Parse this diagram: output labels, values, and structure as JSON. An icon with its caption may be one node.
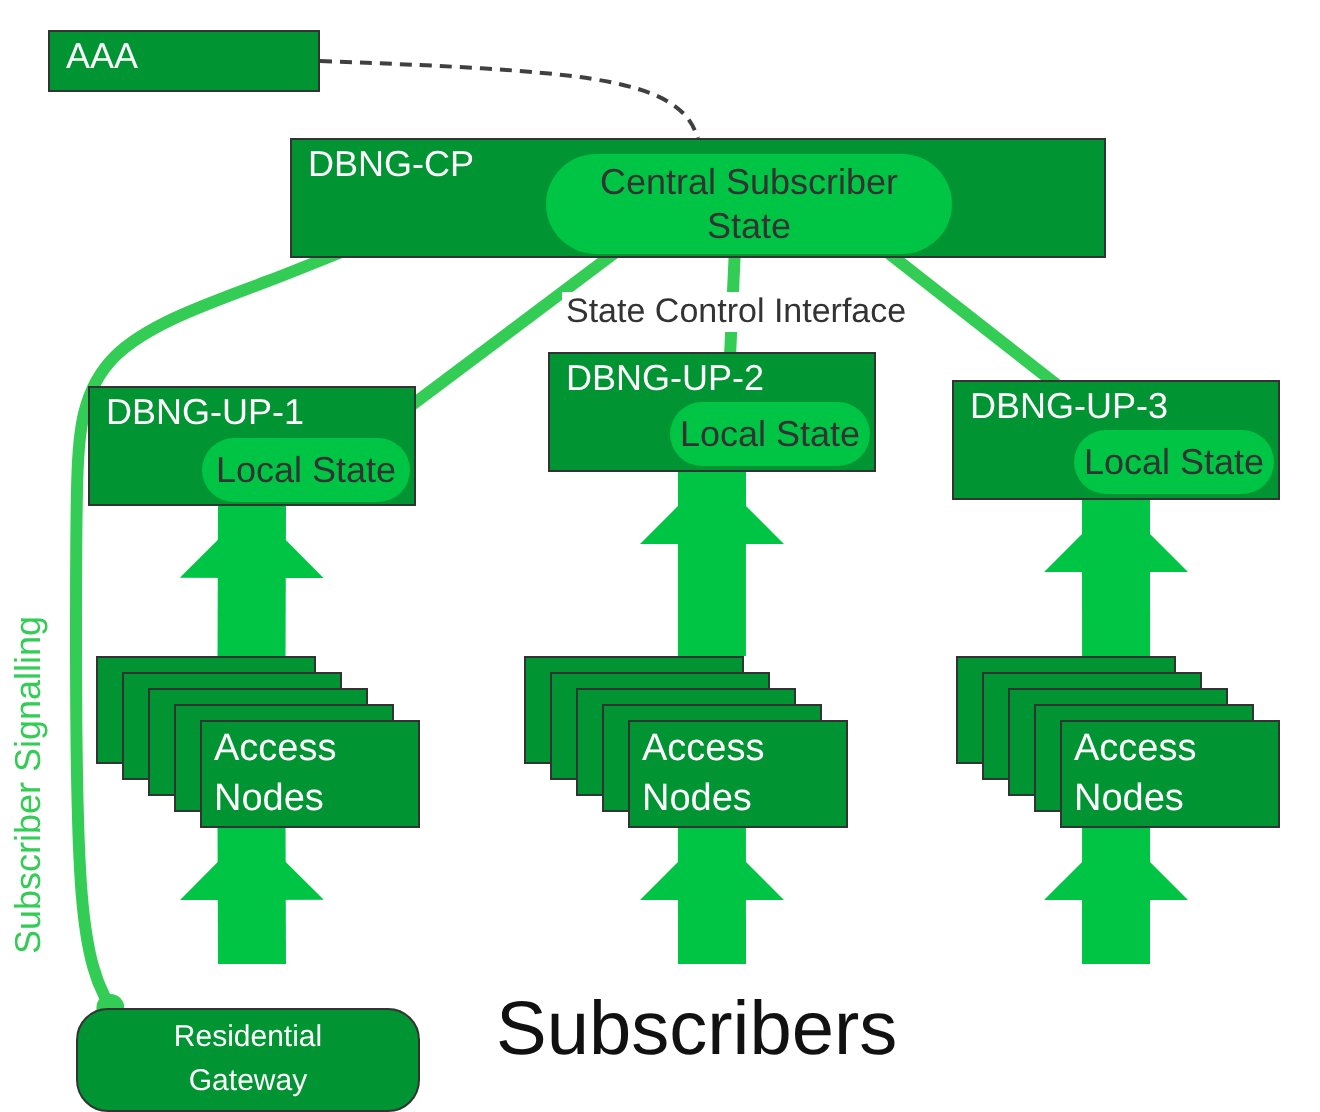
{
  "diagram": {
    "nodes": [
      {
        "text": [
          "AAA"
        ]
      },
      {
        "text": [
          "DBNG-CP"
        ]
      },
      {
        "text": [
          "Central Subscriber State"
        ],
        "in": 1
      },
      {
        "text": [
          "DBNG-UP-1"
        ]
      },
      {
        "text": [
          "Local State"
        ],
        "in": 3
      },
      {
        "text": [
          "DBNG-UP-2"
        ]
      },
      {
        "text": [
          "Local State"
        ],
        "in": 5
      },
      {
        "text": [
          "DBNG-UP-3"
        ]
      },
      {
        "text": [
          "Local State"
        ],
        "in": 7
      },
      {
        "text": [
          "Access Nodes"
        ]
      },
      {
        "text": [
          "Access Nodes"
        ]
      },
      {
        "text": [
          "Access Nodes"
        ]
      },
      {
        "text": [
          "Residential Gateway"
        ]
      }
    ],
    "edges": [
      {
        "from": 0,
        "to": 1,
        "arrow": "none",
        "style": "dashed",
        "color": "#404040"
      },
      {
        "from": 2,
        "to": 4,
        "arrow": "to"
      },
      {
        "from": 2,
        "to": 6,
        "arrow": "to",
        "label": "State Control Interface"
      },
      {
        "from": 2,
        "to": 8,
        "arrow": "to"
      },
      {
        "from": 12,
        "to": 2,
        "arrow": "to",
        "label": "Subscriber Signalling"
      },
      {
        "from": 9,
        "to": 3,
        "arrow": "to"
      },
      {
        "from": 10,
        "to": 5,
        "arrow": "to"
      },
      {
        "from": 11,
        "to": 7,
        "arrow": "to"
      },
      {
        "from": null,
        "to": 9,
        "arrow": "to"
      },
      {
        "from": null,
        "to": 10,
        "arrow": "to"
      },
      {
        "from": null,
        "to": 11,
        "arrow": "to"
      }
    ],
    "labels": [
      "Subscribers"
    ]
  }
}
